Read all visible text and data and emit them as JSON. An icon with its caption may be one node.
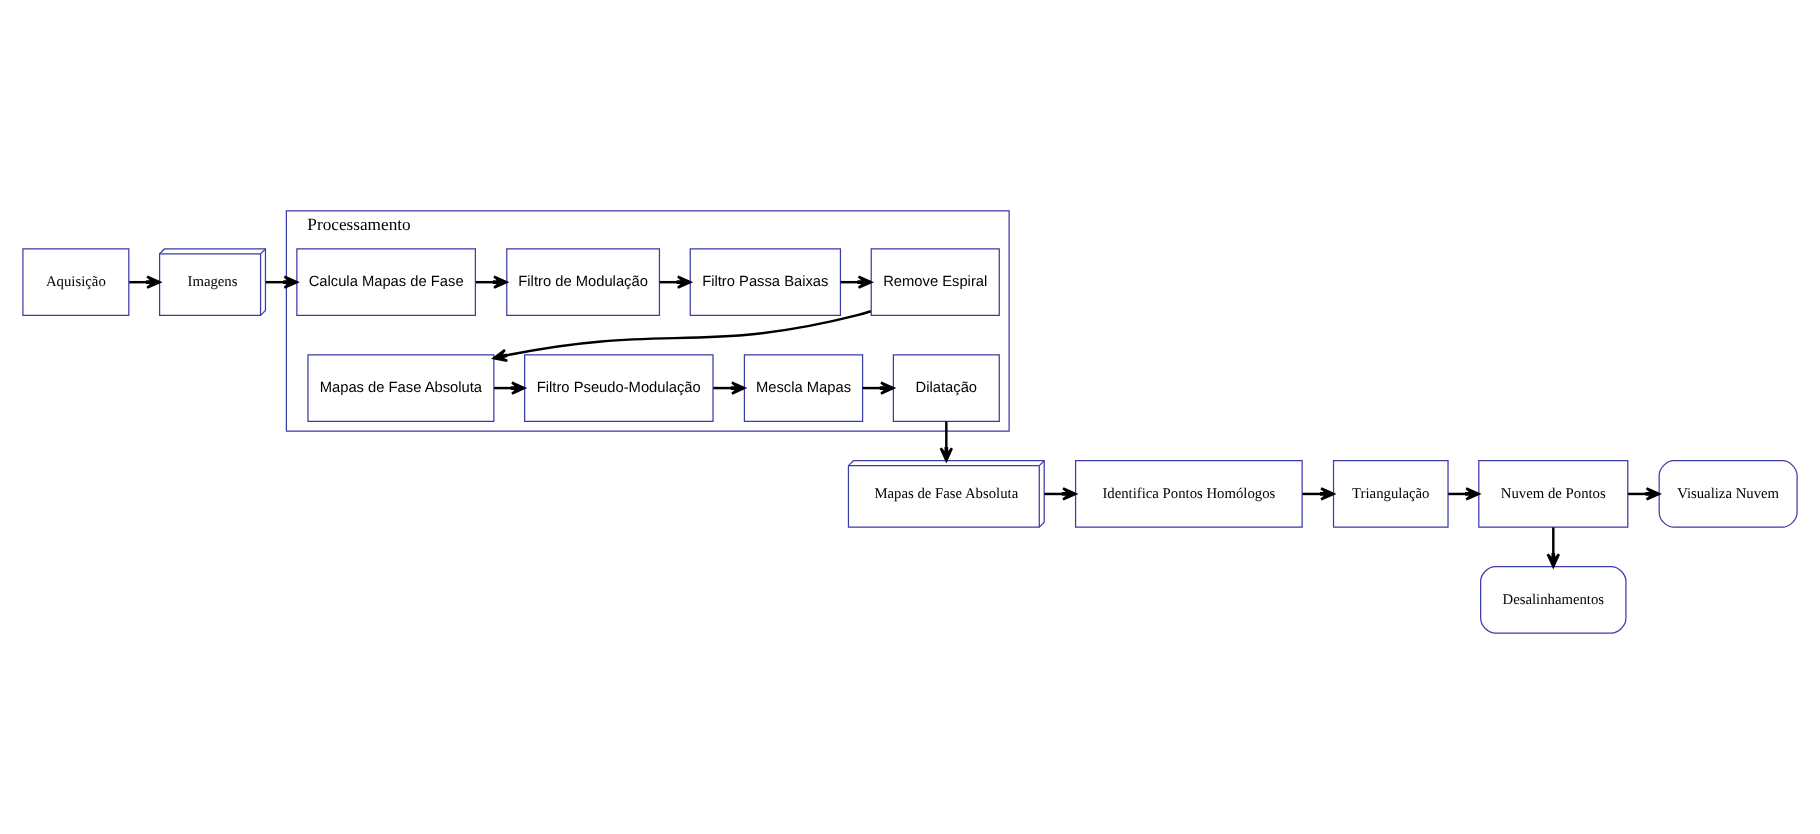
{
  "diagram": {
    "nodes": [
      {
        "text": [
          "Aquisição"
        ]
      },
      {
        "text": [
          "Imagens"
        ]
      },
      {
        "text": [
          "Processamento"
        ]
      },
      {
        "text": [
          "Calcula Mapas de Fase"
        ],
        "in": 2
      },
      {
        "text": [
          "Filtro de Modulação"
        ],
        "in": 2
      },
      {
        "text": [
          "Filtro Passa Baixas"
        ],
        "in": 2
      },
      {
        "text": [
          "Remove Espiral"
        ],
        "in": 2
      },
      {
        "text": [
          "Mapas de Fase Absoluta"
        ],
        "in": 2
      },
      {
        "text": [
          "Filtro Pseudo-Modulação"
        ],
        "in": 2
      },
      {
        "text": [
          "Mescla Mapas"
        ],
        "in": 2
      },
      {
        "text": [
          "Dilatação"
        ],
        "in": 2
      },
      {
        "text": [
          "Mapas de Fase Absoluta"
        ]
      },
      {
        "text": [
          "Identifica Pontos Homólogos"
        ]
      },
      {
        "text": [
          "Triangulação"
        ]
      },
      {
        "text": [
          "Nuvem de Pontos"
        ]
      },
      {
        "text": [
          "Visualiza Nuvem"
        ]
      },
      {
        "text": [
          "Desalinhamentos"
        ]
      }
    ],
    "edges": [
      {
        "from": 0,
        "to": 1,
        "arrow": "to"
      },
      {
        "from": 1,
        "to": 3,
        "arrow": "to"
      },
      {
        "from": 3,
        "to": 4,
        "arrow": "to"
      },
      {
        "from": 4,
        "to": 5,
        "arrow": "to"
      },
      {
        "from": 5,
        "to": 6,
        "arrow": "to"
      },
      {
        "from": 6,
        "to": 7,
        "arrow": "to"
      },
      {
        "from": 7,
        "to": 8,
        "arrow": "to"
      },
      {
        "from": 8,
        "to": 9,
        "arrow": "to"
      },
      {
        "from": 9,
        "to": 10,
        "arrow": "to"
      },
      {
        "from": 10,
        "to": 11,
        "arrow": "to"
      },
      {
        "from": 11,
        "to": 12,
        "arrow": "to"
      },
      {
        "from": 12,
        "to": 13,
        "arrow": "to"
      },
      {
        "from": 13,
        "to": 14,
        "arrow": "to"
      },
      {
        "from": 14,
        "to": 15,
        "arrow": "to"
      },
      {
        "from": 14,
        "to": 16,
        "arrow": "to"
      }
    ]
  }
}
